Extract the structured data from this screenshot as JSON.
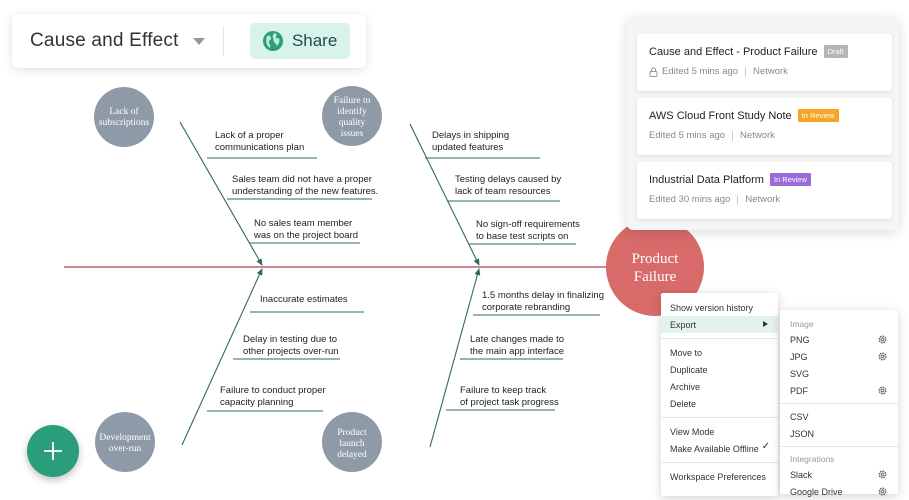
{
  "header": {
    "title": "Cause and Effect",
    "share_label": "Share"
  },
  "diagram": {
    "effect": [
      "Product",
      "Failure"
    ],
    "categories": [
      {
        "name": [
          "Lack of",
          "subscriptions"
        ]
      },
      {
        "name": [
          "Failure to",
          "identify",
          "quality",
          "issues"
        ]
      },
      {
        "name": [
          "Development",
          "over-run"
        ]
      },
      {
        "name": [
          "Product",
          "launch",
          "delayed"
        ]
      }
    ],
    "causes": [
      [
        "Lack of a proper",
        "communications plan"
      ],
      [
        "Sales team did not have a proper",
        "understanding of the new features."
      ],
      [
        "No sales team member",
        "was on the project board"
      ],
      [
        "Delays in shipping",
        "updated features"
      ],
      [
        "Testing  delays caused by",
        "lack of team resources"
      ],
      [
        "No sign-off requirements",
        "to base test scripts on"
      ],
      [
        "Inaccurate estimates"
      ],
      [
        "Delay in testing due to",
        "other projects over-run"
      ],
      [
        "Failure to conduct proper",
        "capacity planning"
      ],
      [
        "1.5 months delay in finalizing",
        "corporate rebranding"
      ],
      [
        "Late changes made to",
        "the main app interface"
      ],
      [
        "Failure to keep track",
        "of project task progress"
      ]
    ]
  },
  "documents": [
    {
      "title": "Cause and Effect - Product Failure",
      "badge": "Draft",
      "badge_color": "#b5b5b5",
      "edited": "Edited 5 mins ago",
      "location": "Network",
      "locked": true
    },
    {
      "title": "AWS Cloud Front Study Note",
      "badge": "In Review",
      "badge_color": "#f5a623",
      "edited": "Edited 5 mins ago",
      "location": "Network",
      "locked": false
    },
    {
      "title": "Industrial Data Platform",
      "badge": "In Review",
      "badge_color": "#9b6bdc",
      "edited": "Edited 30 mins ago",
      "location": "Network",
      "locked": false
    }
  ],
  "context_menu": {
    "show_version_history": "Show version history",
    "export": "Export",
    "move_to": "Move to",
    "duplicate": "Duplicate",
    "archive": "Archive",
    "delete": "Delete",
    "view_mode": "View Mode",
    "make_available_offline": "Make Available Offline",
    "offline_check": "✓",
    "workspace_preferences": "Workspace Preferences"
  },
  "export_menu": {
    "image_header": "Image",
    "png": "PNG",
    "jpg": "JPG",
    "svg": "SVG",
    "pdf": "PDF",
    "csv": "CSV",
    "json": "JSON",
    "integrations_header": "Integrations",
    "slack": "Slack",
    "google_drive": "Google Drive"
  },
  "fab": {
    "icon": "plus-icon"
  },
  "colors": {
    "accent": "#2a9d7b",
    "node": "#8e9aa8",
    "effect": "#d96a6a",
    "spine": "#b04444",
    "bone": "#2e6b5e"
  }
}
